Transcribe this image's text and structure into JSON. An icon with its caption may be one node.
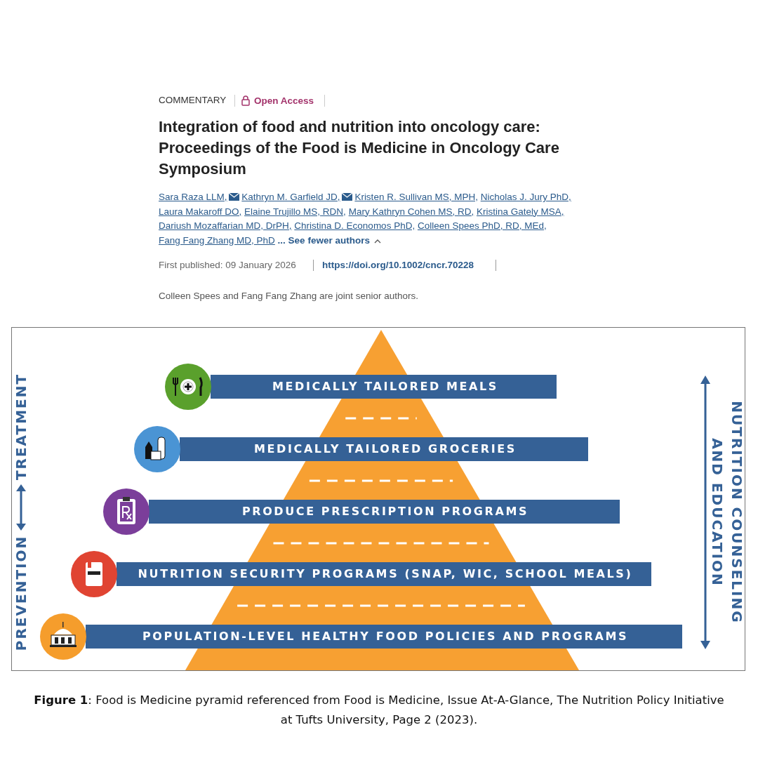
{
  "diagram": {
    "title": "Integration of food and nutrition into oncology care: Proceedings of the Food is Medicine in Oncology Care Symposium",
    "caption": "**Figure 1**: Food is Medicine pyramid referenced from Food is Medicine, Issue At-A-Glance, The Nutrition Policy Initiative at Tufts University, Page 2 (2023).",
    "nodes": [
      {
        "text": [
          "MEDICALLY TAILORED MEALS"
        ]
      },
      {
        "text": [
          "MEDICALLY TAILORED GROCERIES"
        ]
      },
      {
        "text": [
          "PRODUCE PRESCRIPTION PROGRAMS"
        ]
      },
      {
        "text": [
          "NUTRITION SECURITY PROGRAMS (SNAP, WIC, SCHOOL MEALS)"
        ]
      },
      {
        "text": [
          "POPULATION-LEVEL HEALTHY FOOD POLICIES AND PROGRAMS"
        ]
      }
    ],
    "labels": [
      "COMMENTARY",
      "Open Access",
      "Sara Raza LLM,",
      "Kathryn M. Garfield JD,",
      "Kristen R. Sullivan MS, MPH,",
      "Nicholas J. Jury PhD,",
      "Laura Makaroff DO,",
      "Elaine Trujillo MS, RDN,",
      "Mary Kathryn Cohen MS, RD,",
      "Kristina Gately MSA,",
      "Dariush Mozaffarian MD, DrPH,",
      "Christina D. Economos PhD,",
      "Colleen Spees PhD, RD, MEd,",
      "Fang Fang Zhang MD, PhD",
      "... See fewer authors",
      "First published: 09 January 2026",
      "https://doi.org/10.1002/cncr.70228",
      "Colleen Spees and Fang Fang Zhang are joint senior authors.",
      "PREVENTION",
      "TREATMENT",
      "NUTRITION COUNSELING AND EDUCATION"
    ]
  }
}
